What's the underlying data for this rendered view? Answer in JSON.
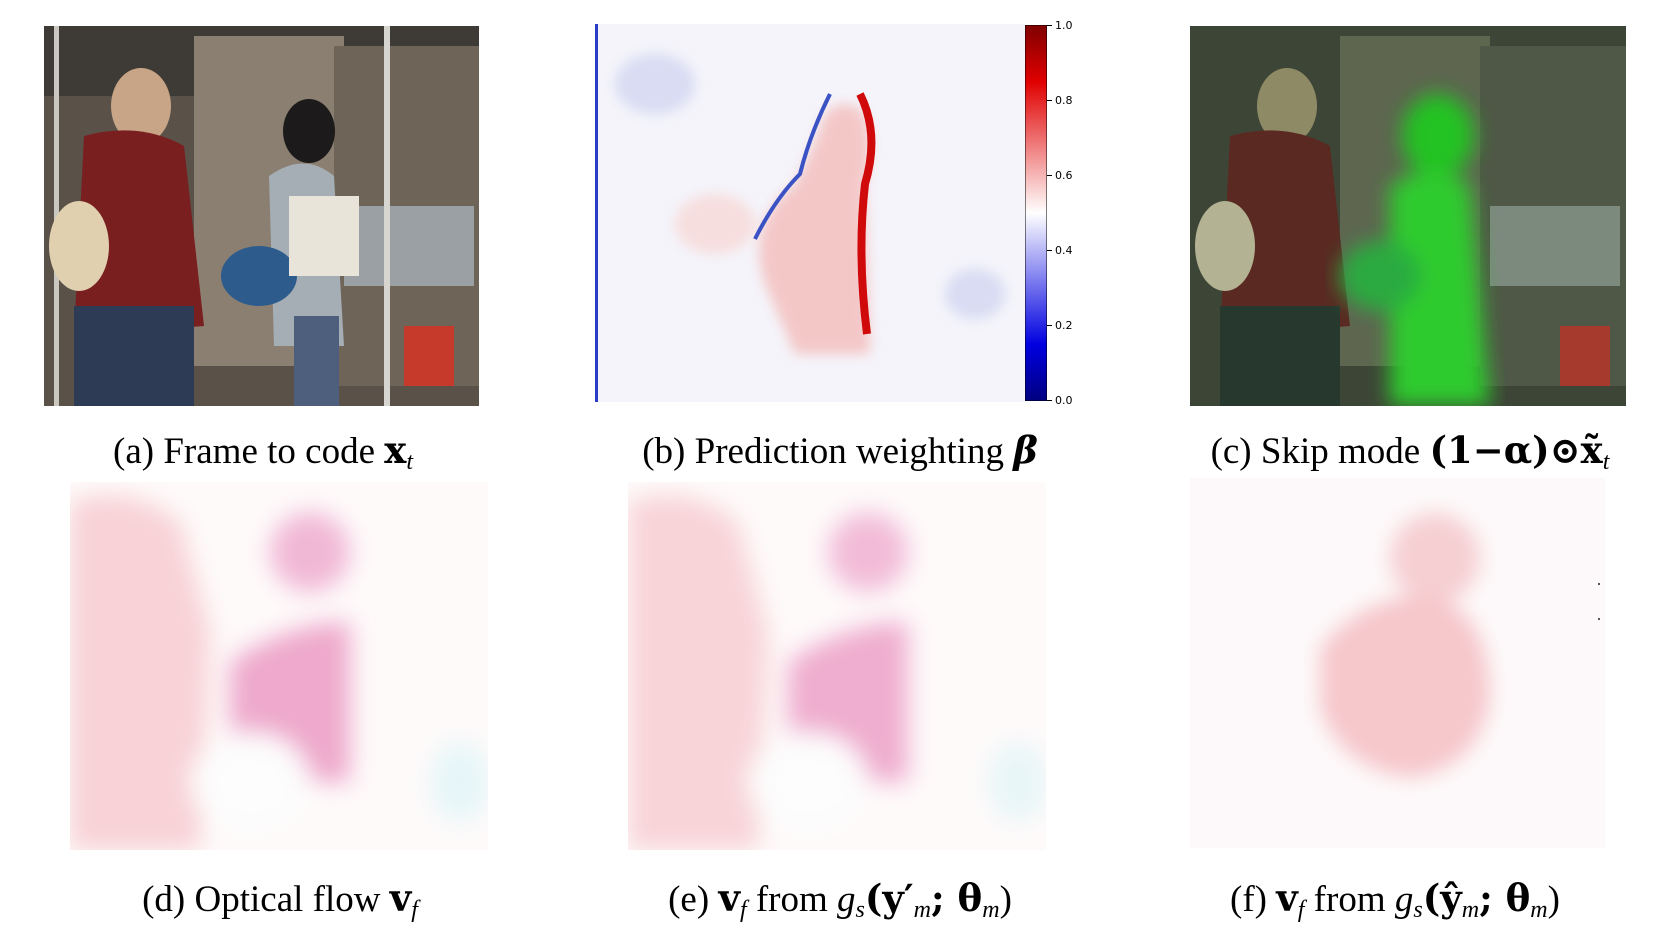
{
  "figure": {
    "panels": [
      {
        "id": "a",
        "label": "(a)",
        "caption_text": "Frame to code ",
        "symbol": "x",
        "subscript": "t"
      },
      {
        "id": "b",
        "label": "(b)",
        "caption_text": "Prediction weighting ",
        "symbol": "β"
      },
      {
        "id": "c",
        "label": "(c)",
        "caption_text": "Skip mode ",
        "symbol_expr": "(1−α)⊙x̃",
        "subscript": "t"
      },
      {
        "id": "d",
        "label": "(d)",
        "caption_text": "Optical flow ",
        "symbol": "v",
        "subscript": "f"
      },
      {
        "id": "e",
        "label": "(e)",
        "symbol": "v",
        "subscript": "f",
        "caption_text": " from ",
        "func": "g",
        "func_sub": "s",
        "args": "(y′",
        "args_sub": "m",
        "args_rest": "; θ",
        "args_rest_sub": "m",
        "close": ")"
      },
      {
        "id": "f",
        "label": "(f)",
        "symbol": "v",
        "subscript": "f",
        "caption_text": " from ",
        "func": "g",
        "func_sub": "s",
        "args": "(ŷ",
        "args_sub": "m",
        "args_rest": "; θ",
        "args_rest_sub": "m",
        "close": ")"
      }
    ],
    "colorbar": {
      "ticks": [
        "1.0",
        "0.8",
        "0.6",
        "0.4",
        "0.2",
        "0.0"
      ],
      "colors": {
        "low": "#00007f",
        "mid": "#ffffff",
        "high": "#b40000"
      }
    }
  }
}
